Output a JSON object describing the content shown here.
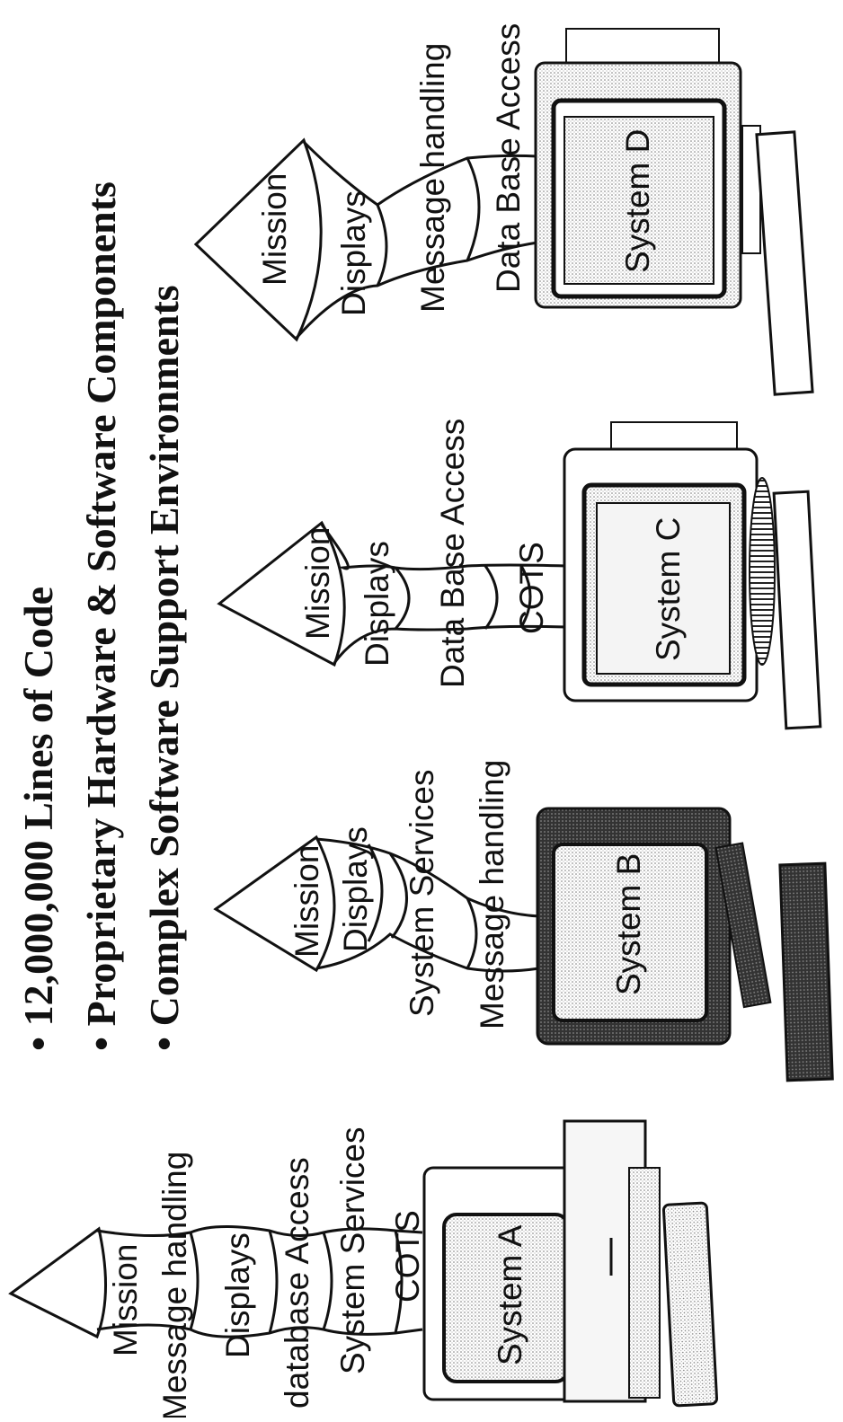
{
  "bullets": [
    "12,000,000 Lines of Code",
    "Proprietary Hardware & Software Components",
    "Complex Software Support Environments"
  ],
  "systems": [
    {
      "name": "System A",
      "layers": [
        "Mission",
        "Message handling",
        "Displays",
        "database Access",
        "System Services",
        "COTS"
      ]
    },
    {
      "name": "System B",
      "layers": [
        "Mission",
        "Displays",
        "System Services",
        "Message handling"
      ]
    },
    {
      "name": "System C",
      "layers": [
        "Mission",
        "Displays",
        "Data Base Access",
        "COTS"
      ]
    },
    {
      "name": "System D",
      "layers": [
        "Mission",
        "Displays",
        "Message handling",
        "Data Base Access"
      ]
    }
  ]
}
